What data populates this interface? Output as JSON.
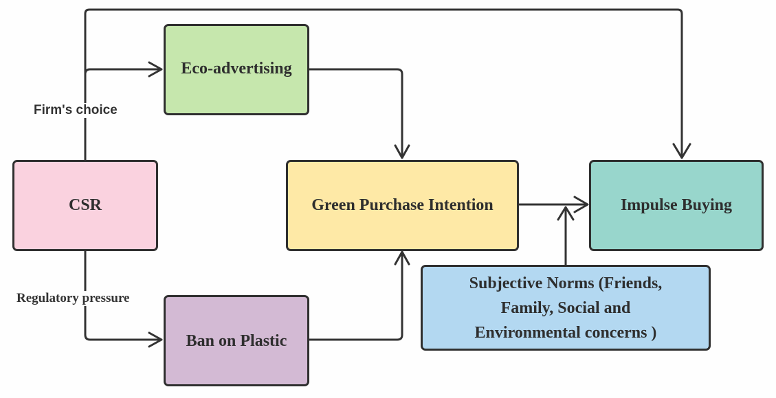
{
  "diagram": {
    "type": "conceptual-framework",
    "nodes": {
      "csr": {
        "label": "CSR",
        "color": "#fad2df"
      },
      "eco_advertising": {
        "label": "Eco-advertising",
        "color": "#c6e7ad"
      },
      "ban_on_plastic": {
        "label": "Ban on Plastic",
        "color": "#d3bad4"
      },
      "green_purchase_intention": {
        "label": "Green Purchase Intention",
        "color": "#fee9a6"
      },
      "impulse_buying": {
        "label": "Impulse Buying",
        "color": "#98d6cc"
      },
      "subjective_norms": {
        "label": "Subjective Norms (Friends, Family, Social and Environmental concerns )",
        "color": "#b3d8f1"
      }
    },
    "edge_labels": {
      "firms_choice": "Firm's choice",
      "regulatory_pressure": "Regulatory pressure"
    },
    "edges": [
      {
        "from": "CSR",
        "to": "Eco-advertising",
        "label": "Firm's choice"
      },
      {
        "from": "CSR",
        "to": "Ban on Plastic",
        "label": "Regulatory pressure"
      },
      {
        "from": "CSR",
        "to": "Impulse Buying",
        "label": ""
      },
      {
        "from": "Eco-advertising",
        "to": "Green Purchase Intention",
        "label": ""
      },
      {
        "from": "Ban on Plastic",
        "to": "Green Purchase Intention",
        "label": ""
      },
      {
        "from": "Green Purchase Intention",
        "to": "Impulse Buying",
        "label": ""
      },
      {
        "from": "Subjective Norms",
        "to": "Green Purchase Intention → Impulse Buying (moderation)",
        "label": ""
      }
    ],
    "line_color": "#333333"
  }
}
